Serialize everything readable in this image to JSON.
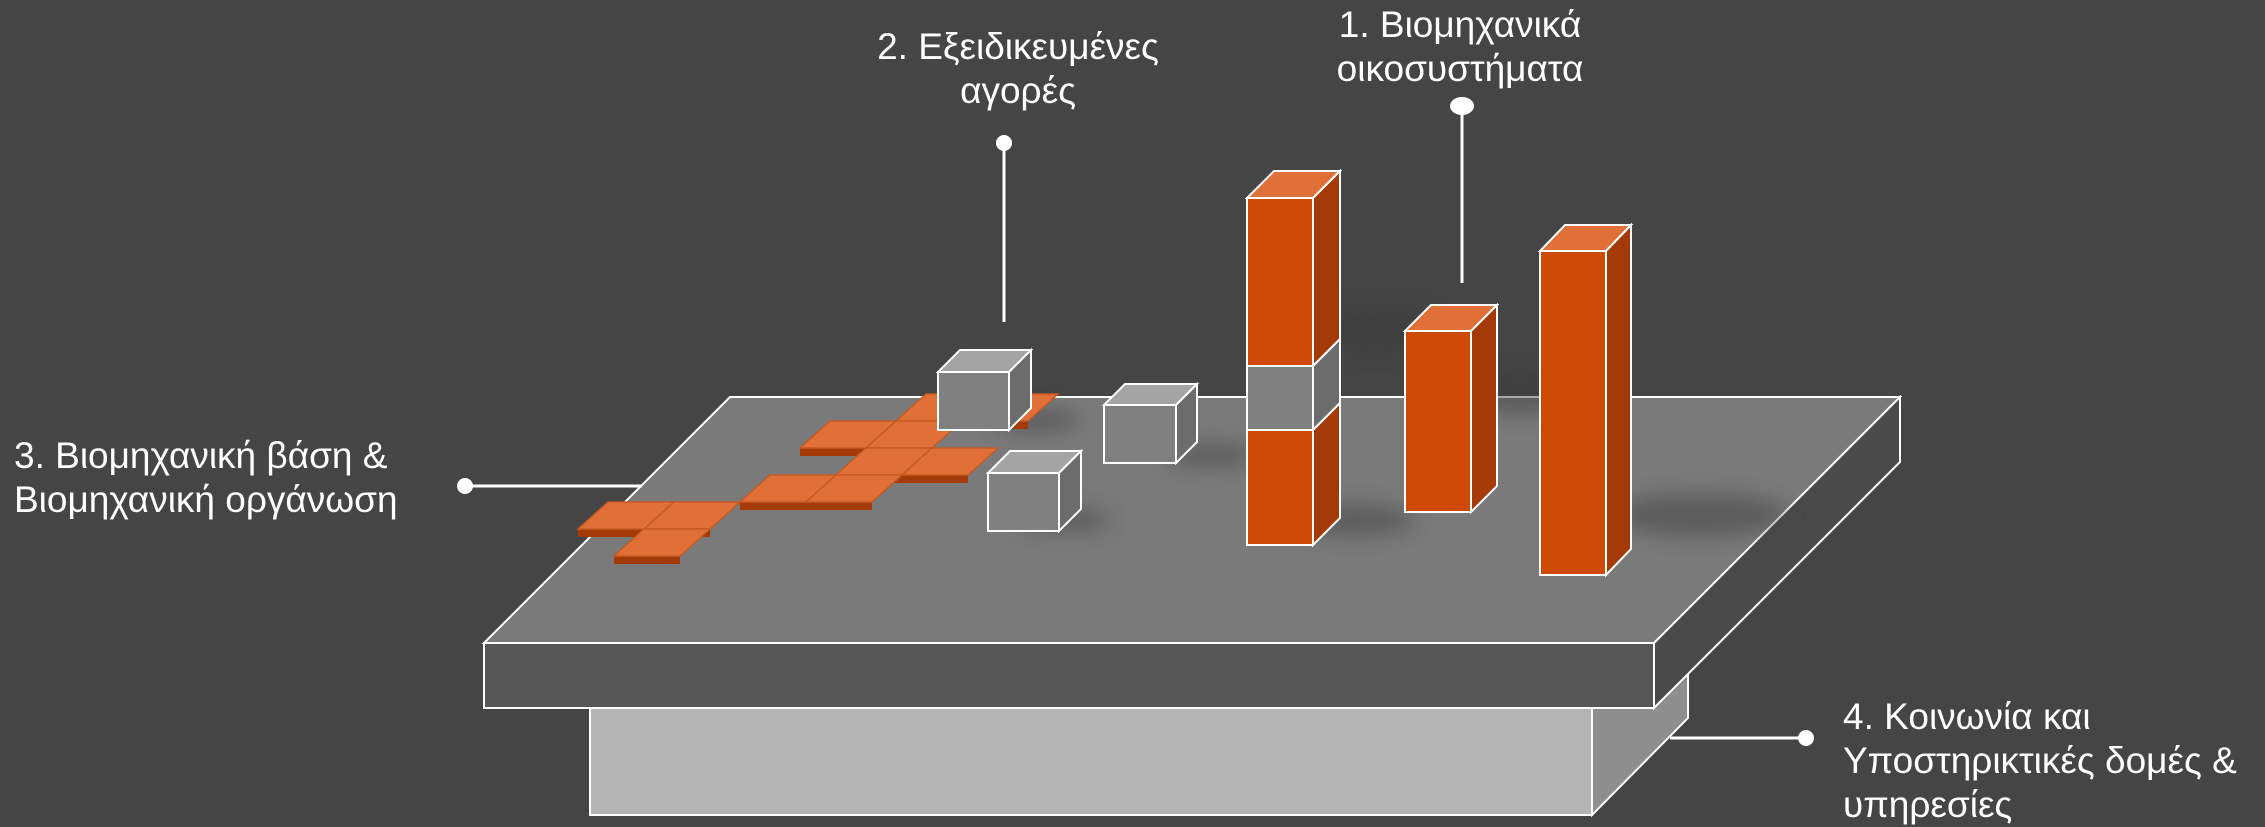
{
  "labels": {
    "ecosystems": {
      "line1": "1. Βιομηχανικά",
      "line2": "οικοσυστήματα"
    },
    "markets": {
      "line1": "2. Εξειδικευμένες",
      "line2": "αγορές"
    },
    "industrial_base": {
      "line1": "3. Βιομηχανική βάση &",
      "line2": "Βιομηχανική οργάνωση"
    },
    "society": {
      "line1": "4. Κοινωνία και",
      "line2": "Υποστηρικτικές δομές &",
      "line3": "υπηρεσίες"
    }
  },
  "colors": {
    "background": "#454545",
    "platform_top": "#7a7a7a",
    "platform_front": "#565656",
    "platform_side": "#4a4a4a",
    "base_front": "#b4b4b4",
    "base_side": "#8e8e8e",
    "orange_front": "#cf4a06",
    "orange_top": "#e07038",
    "orange_side": "#a33a08",
    "grey_front": "#808080",
    "grey_top": "#a4a4a4",
    "grey_side": "#6c6c6c",
    "outline": "#ffffff"
  }
}
